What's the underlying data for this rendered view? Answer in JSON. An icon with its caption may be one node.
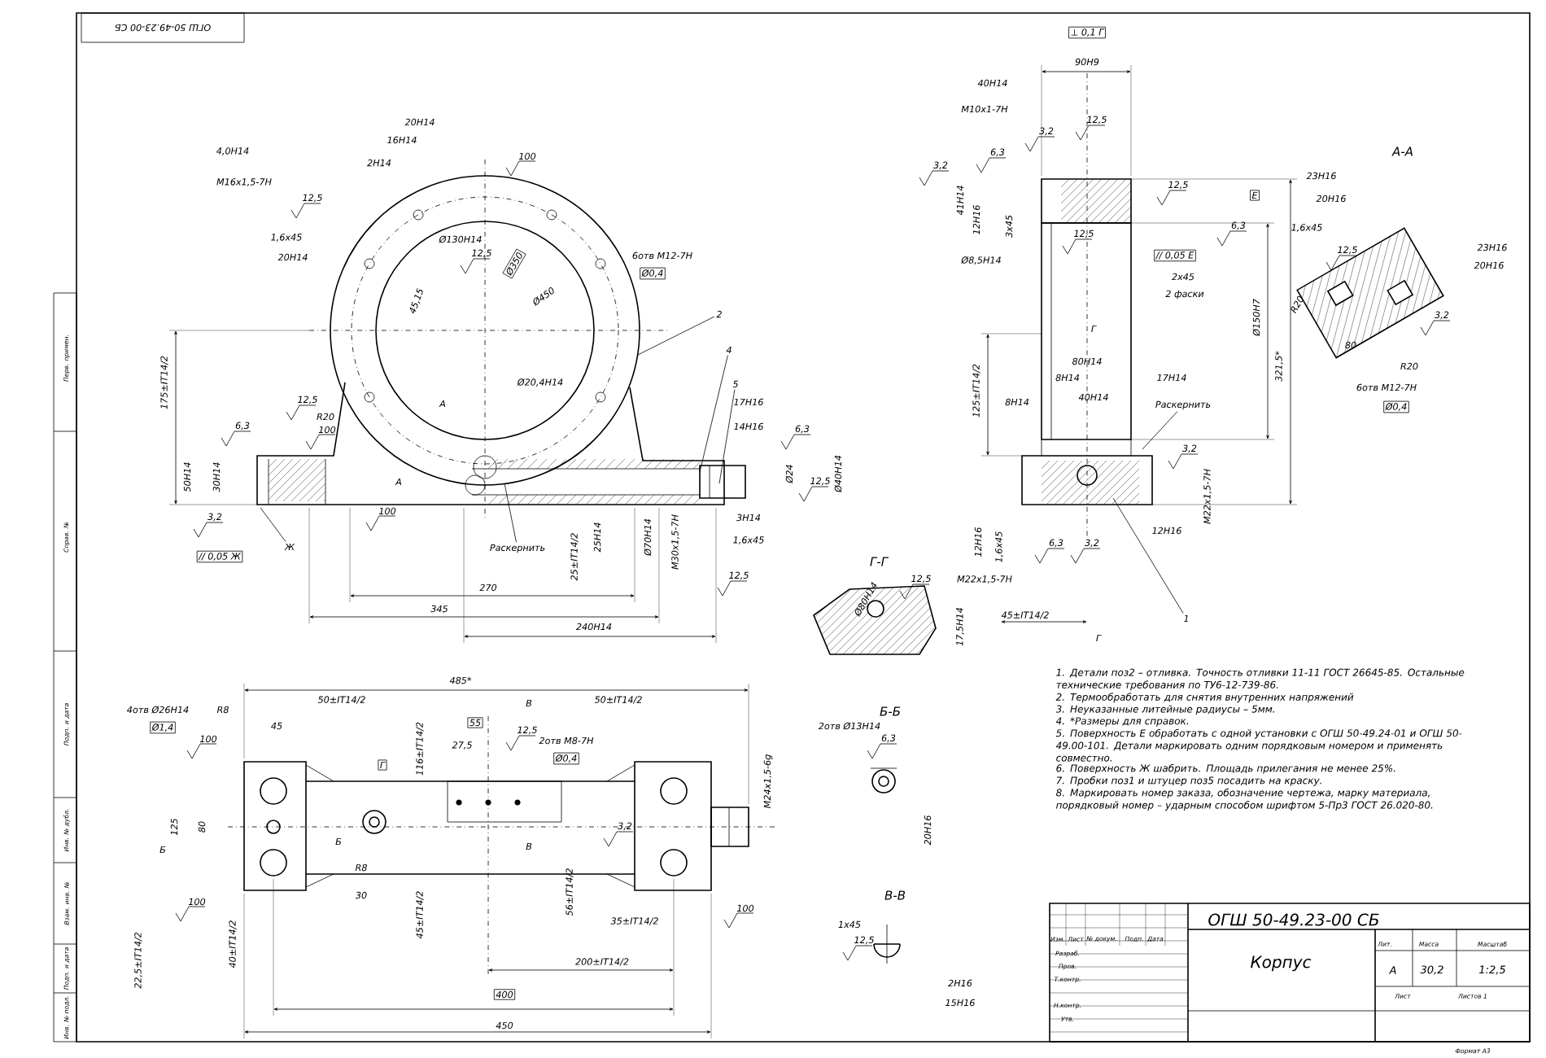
{
  "diagram": {
    "nodes": [
      {
        "text": [
          "2"
        ]
      },
      {
        "text": [
          "4"
        ]
      },
      {
        "text": [
          "5"
        ]
      },
      {
        "text": [
          "Ж"
        ]
      },
      {
        "text": [
          "Раскернить"
        ]
      },
      {
        "text": [
          "Раскернить"
        ]
      },
      {
        "text": [
          "1"
        ]
      }
    ],
    "edges": [
      {
        "from": 0,
        "to": null,
        "arrow": "none"
      },
      {
        "from": 1,
        "to": null,
        "arrow": "none"
      },
      {
        "from": 2,
        "to": null,
        "arrow": "none"
      },
      {
        "from": 3,
        "to": null,
        "arrow": "none"
      },
      {
        "from": 4,
        "to": null,
        "arrow": "none"
      },
      {
        "from": 5,
        "to": null,
        "arrow": "none"
      },
      {
        "from": 6,
        "to": null,
        "arrow": "none"
      }
    ],
    "labels": [
      "ОГШ 50-49.23-00 СБ",
      "4,0Н14",
      "М16х1,5-7Н",
      "20Н14",
      "16Н14",
      "2Н14",
      "12,5",
      "1,6х45",
      "20Н14",
      "Ø130Н14",
      "12,5",
      "100",
      "Ø350",
      "Ø450",
      "45,15",
      "6отв М12-7Н",
      "Ø0,4",
      "175±IT14/2",
      "50Н14",
      "30Н14",
      "6,3",
      "3,2",
      "// 0,05 Ж",
      "12,5",
      "R20",
      "100",
      "100",
      "Ø20,4Н14",
      "А",
      "А",
      "17Н16",
      "14Н16",
      "6,3",
      "Ø24",
      "12,5",
      "Ø40Н14",
      "3Н14",
      "1,6х45",
      "25±IT14/2",
      "25Н14",
      "Ø70Н14",
      "М30х1,5-7Н",
      "12,5",
      "270",
      "345",
      "240Н14",
      "⊥ 0,1 Г",
      "90Н9",
      "40Н14",
      "М10х1-7Н",
      "3,2",
      "12,5",
      "6,3",
      "3,2",
      "41Н14",
      "12Н16",
      "3х45",
      "12,5",
      "Ø8,5Н14",
      "12,5",
      "Е",
      "6,3",
      "// 0,05 Е",
      "2х45",
      "2 фаски",
      "Ø150Н7",
      "321,5*",
      "Г",
      "80Н14",
      "8Н14",
      "17Н14",
      "8Н14",
      "40Н14",
      "125±IT14/2",
      "3,2",
      "12Н16",
      "1,6х45",
      "6,3",
      "3,2",
      "М22х1,5-7Н",
      "12Н16",
      "М22х1,5-7Н",
      "45±IT14/2",
      "Г",
      "А-А",
      "23Н16",
      "20Н16",
      "1,6х45",
      "12,5",
      "23Н16",
      "20Н16",
      "R20",
      "80",
      "R20",
      "3,2",
      "6отв М12-7Н",
      "Ø0,4",
      "Г-Г",
      "Ø80Н14",
      "12,5",
      "17,5Н14",
      "Б-Б",
      "2отв Ø13Н14",
      "6,3",
      "20Н16",
      "В-В",
      "1х45",
      "12,5",
      "2Н16",
      "15Н16",
      "485*",
      "50±IT14/2",
      "50±IT14/2",
      "4отв Ø26Н14",
      "Ø1,4",
      "R8",
      "100",
      "45",
      "Б",
      "125",
      "80",
      "100",
      "22,5±IT14/2",
      "40±IT14/2",
      "Б",
      "R8",
      "30",
      "116±IT14/2",
      "45±IT14/2",
      "Г",
      "55",
      "27,5",
      "В",
      "12,5",
      "2отв М8-7Н",
      "Ø0,4",
      "В",
      "3,2",
      "56±IT14/2",
      "35±IT14/2",
      "200±IT14/2",
      "400",
      "450",
      "М24х1,5-6g",
      "100",
      "1. Детали поз2 – отливка. Точность отливки 11-11 ГОСТ 26645-85. Остальные технические требования по ТУ6-12-739-86.",
      "2. Термообработать для снятия внутренних напряжений",
      "3. Неуказанные литейные радиусы – 5мм.",
      "4. *Размеры для справок.",
      "5. Поверхность Е обработать с одной установки с ОГШ 50-49.24-01 и ОГШ 50-49.00-101. Детали маркировать одним порядковым номером и применять совместно.",
      "6. Поверхность Ж шабрить. Площадь прилегания не менее 25%.",
      "7. Пробки поз1 и штуцер поз5 посадить на краску.",
      "8. Маркировать номер заказа, обозначение чертежа, марку материала, порядковый номер – ударным способом шрифтом 5-Пр3 ГОСТ 26.020-80.",
      "ОГШ 50-49.23-00 СБ",
      "Корпус",
      "Лит.",
      "Масса",
      "Масштаб",
      "А",
      "30,2",
      "1:2,5",
      "Лист",
      "Листов 1",
      "Изм.",
      "Лист",
      "№ докум.",
      "Подп.",
      "Дата",
      "Разраб.",
      "Пров.",
      "Т.контр.",
      "Н.контр.",
      "Утв.",
      "Формат А3",
      "Перв. примен.",
      "Справ. №",
      "Подп. и дата",
      "Инв. № дубл.",
      "Взам. инв. №",
      "Подп. и дата",
      "Инв. № подл."
    ]
  }
}
